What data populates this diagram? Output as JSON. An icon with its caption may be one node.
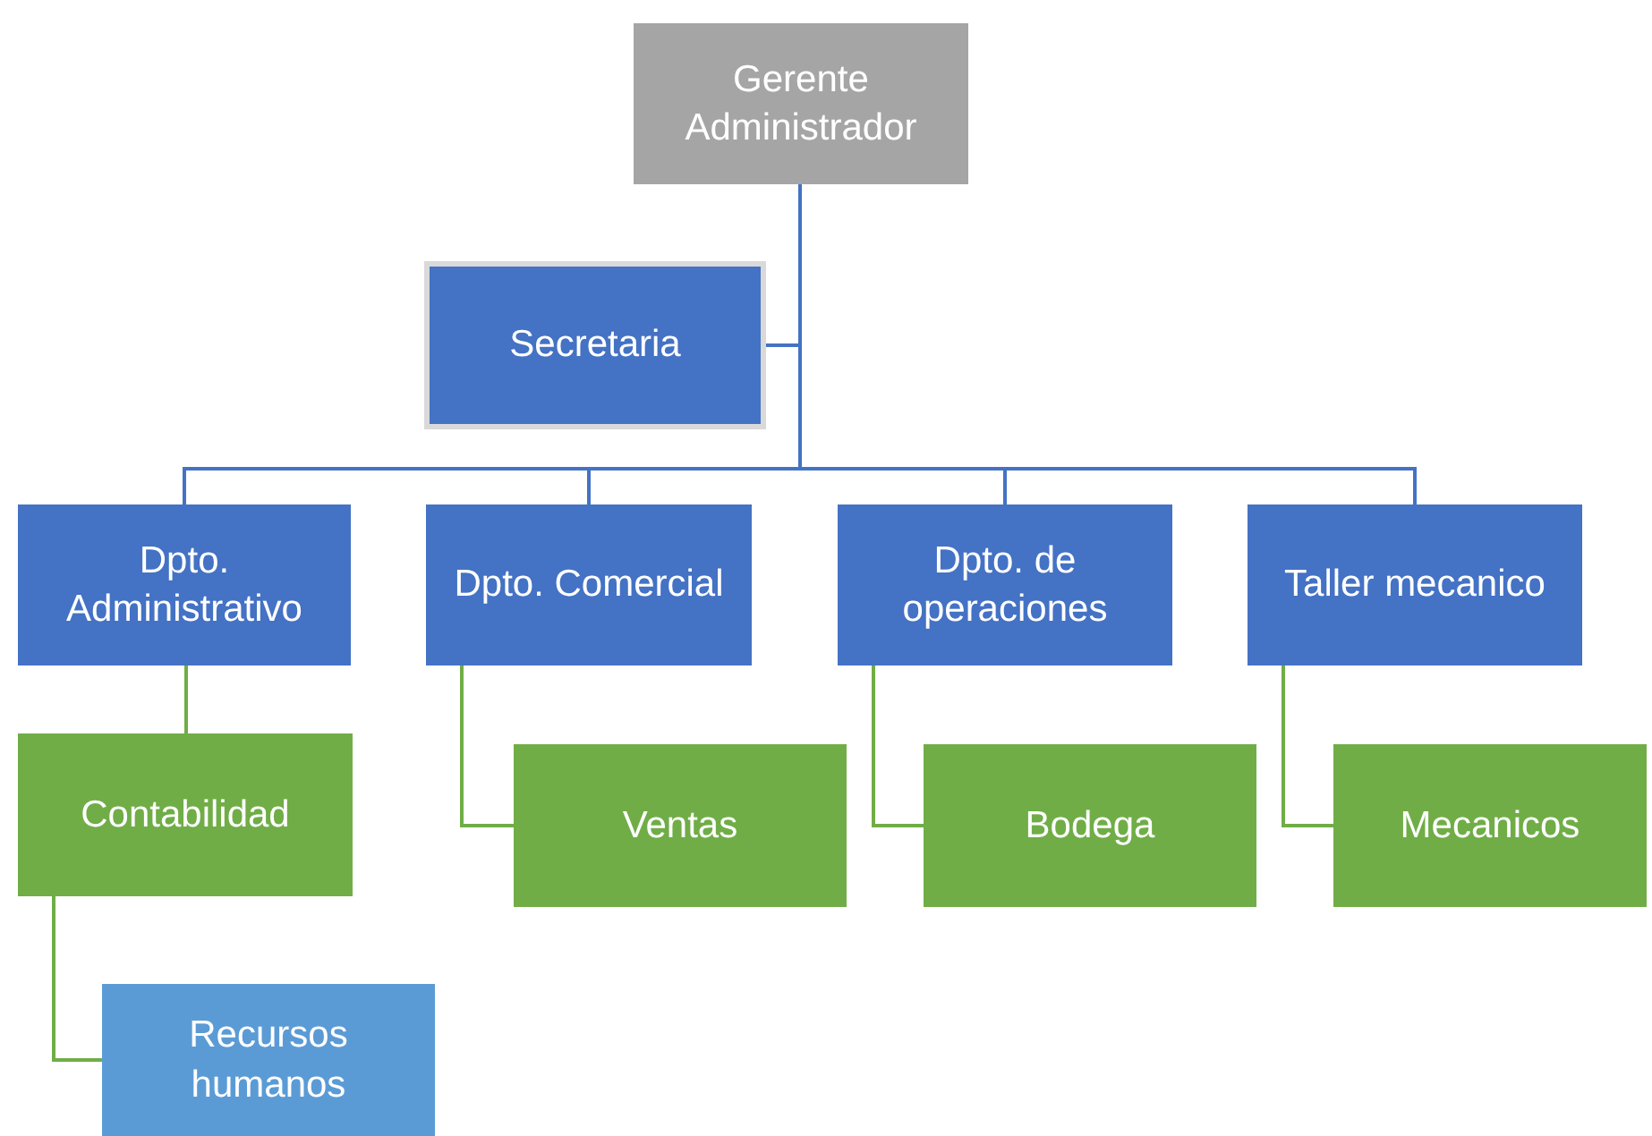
{
  "diagram": {
    "nodes": [
      {
        "text": [
          "Gerente Administrador"
        ]
      },
      {
        "text": [
          "Secretaria"
        ]
      },
      {
        "text": [
          "Dpto. Administrativo"
        ]
      },
      {
        "text": [
          "Dpto. Comercial"
        ]
      },
      {
        "text": [
          "Dpto. de operaciones"
        ]
      },
      {
        "text": [
          "Taller mecanico"
        ]
      },
      {
        "text": [
          "Contabilidad"
        ]
      },
      {
        "text": [
          "Ventas"
        ]
      },
      {
        "text": [
          "Bodega"
        ]
      },
      {
        "text": [
          "Mecanicos"
        ]
      },
      {
        "text": [
          "Recursos humanos"
        ]
      }
    ],
    "edges": [
      {
        "from": 0,
        "to": 1,
        "arrow": "none"
      },
      {
        "from": 0,
        "to": 2,
        "arrow": "none"
      },
      {
        "from": 0,
        "to": 3,
        "arrow": "none"
      },
      {
        "from": 0,
        "to": 4,
        "arrow": "none"
      },
      {
        "from": 0,
        "to": 5,
        "arrow": "none"
      },
      {
        "from": 2,
        "to": 6,
        "arrow": "none",
        "color": "#70ad47"
      },
      {
        "from": 3,
        "to": 7,
        "arrow": "none",
        "color": "#70ad47"
      },
      {
        "from": 4,
        "to": 8,
        "arrow": "none",
        "color": "#70ad47"
      },
      {
        "from": 5,
        "to": 9,
        "arrow": "none",
        "color": "#70ad47"
      },
      {
        "from": 6,
        "to": 10,
        "arrow": "none",
        "color": "#70ad47"
      }
    ]
  }
}
